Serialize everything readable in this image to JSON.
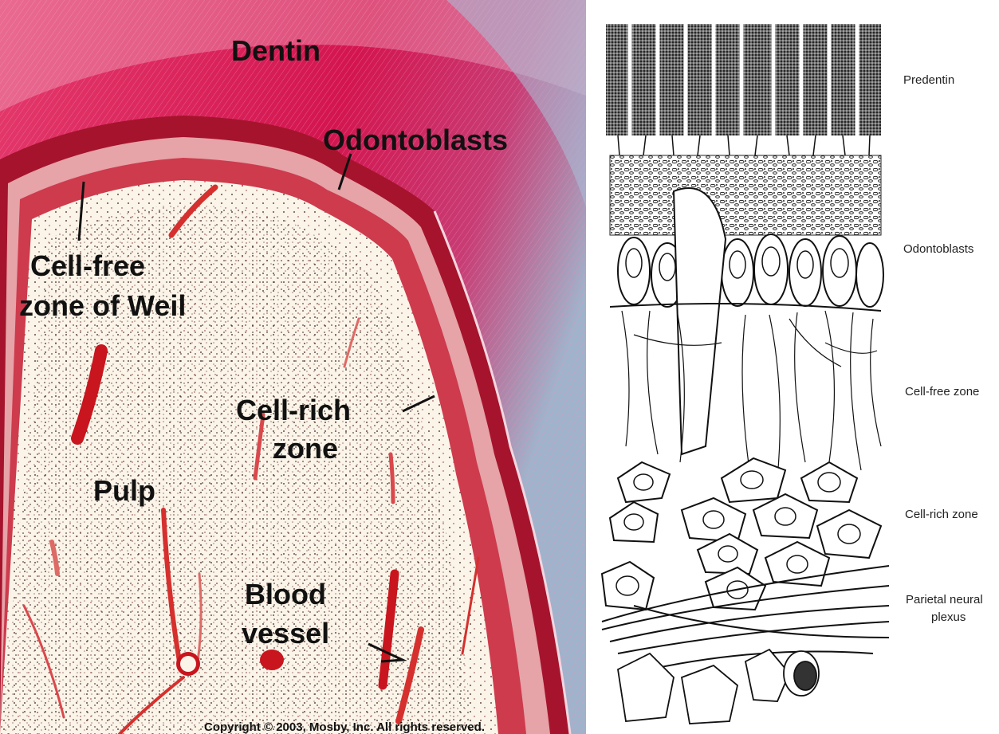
{
  "left_figure": {
    "labels": {
      "dentin": "Dentin",
      "odontoblasts": "Odontoblasts",
      "cell_free_zone_line1": "Cell-free",
      "cell_free_zone_line2": "zone of Weil",
      "cell_rich_zone_line1": "Cell-rich",
      "cell_rich_zone_line2": "zone",
      "pulp": "Pulp",
      "blood_vessel_line1": "Blood",
      "blood_vessel_line2": "vessel"
    },
    "copyright": "Copyright © 2003, Mosby, Inc. All rights reserved.",
    "colors": {
      "dentin": "#d01a52",
      "pulp": "#fbf4e8",
      "vessel": "#c8151e",
      "stain": "#b31a2e"
    }
  },
  "right_figure": {
    "labels": {
      "predentin": "Predentin",
      "odontoblasts": "Odontoblasts",
      "cell_free_zone": "Cell-free zone",
      "cell_rich_zone": "Cell-rich zone",
      "parietal_neural_plexus_line1": "Parietal neural",
      "parietal_neural_plexus_line2": "plexus"
    },
    "colors": {
      "ink": "#1a1a1a",
      "background": "#ffffff"
    }
  }
}
